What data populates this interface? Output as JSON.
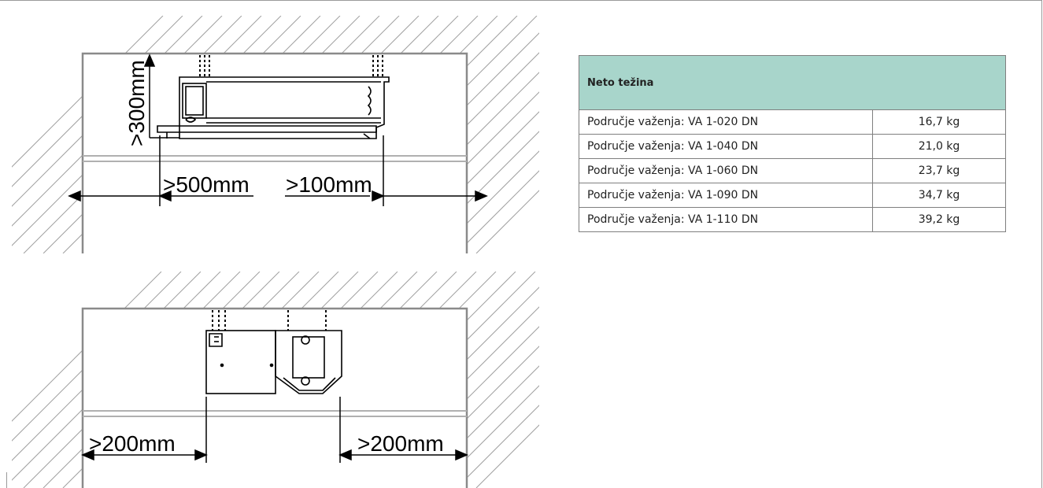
{
  "diagram_top": {
    "height_label": ">300mm",
    "left_clearance_label": ">500mm",
    "right_clearance_label": ">100mm"
  },
  "diagram_bottom": {
    "left_clearance_label": ">200mm",
    "right_clearance_label": ">200mm"
  },
  "table": {
    "header": "Neto težina",
    "rows": [
      {
        "label": "Područje važenja: VA 1-020 DN",
        "value": "16,7 kg"
      },
      {
        "label": "Područje važenja: VA 1-040 DN",
        "value": "21,0 kg"
      },
      {
        "label": "Područje važenja: VA 1-060 DN",
        "value": "23,7 kg"
      },
      {
        "label": "Područje važenja: VA 1-090 DN",
        "value": "34,7 kg"
      },
      {
        "label": "Područje važenja: VA 1-110 DN",
        "value": "39,2 kg"
      }
    ]
  }
}
